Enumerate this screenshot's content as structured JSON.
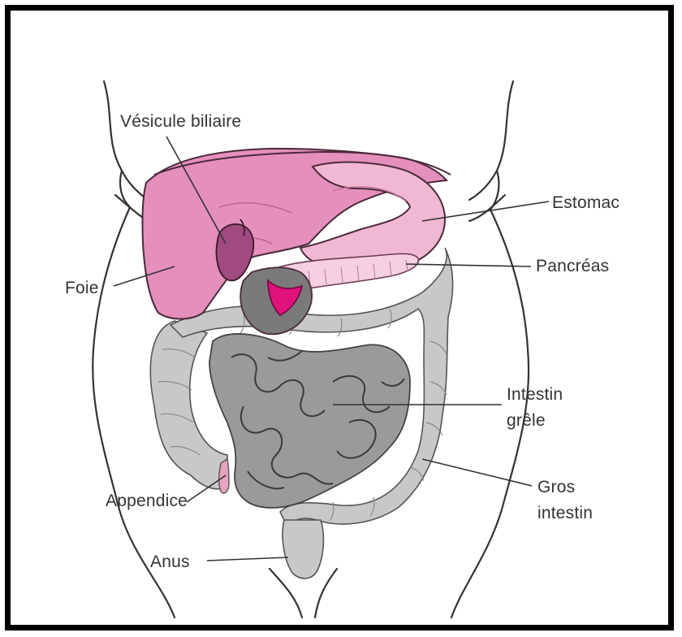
{
  "labels": {
    "gallbladder": "Vésicule biliaire",
    "stomach": "Estomac",
    "pancreas": "Pancréas",
    "liver": "Foie",
    "small_intestine_line1": "Intestin",
    "small_intestine_line2": "grêle",
    "large_intestine_line1": "Gros",
    "large_intestine_line2": "intestin",
    "appendix": "Appendice",
    "anus": "Anus"
  },
  "colors": {
    "liver": "#e58fbd",
    "liver_dark": "#c66a9d",
    "stomach": "#f1b8d3",
    "pancreas": "#f6cfe0",
    "gallbladder": "#a04a80",
    "duodenum_accent": "#e0127b",
    "small_intestine": "#9a9a9a",
    "large_intestine": "#c8c8c8",
    "outline": "#333333",
    "frame": "#000000"
  }
}
